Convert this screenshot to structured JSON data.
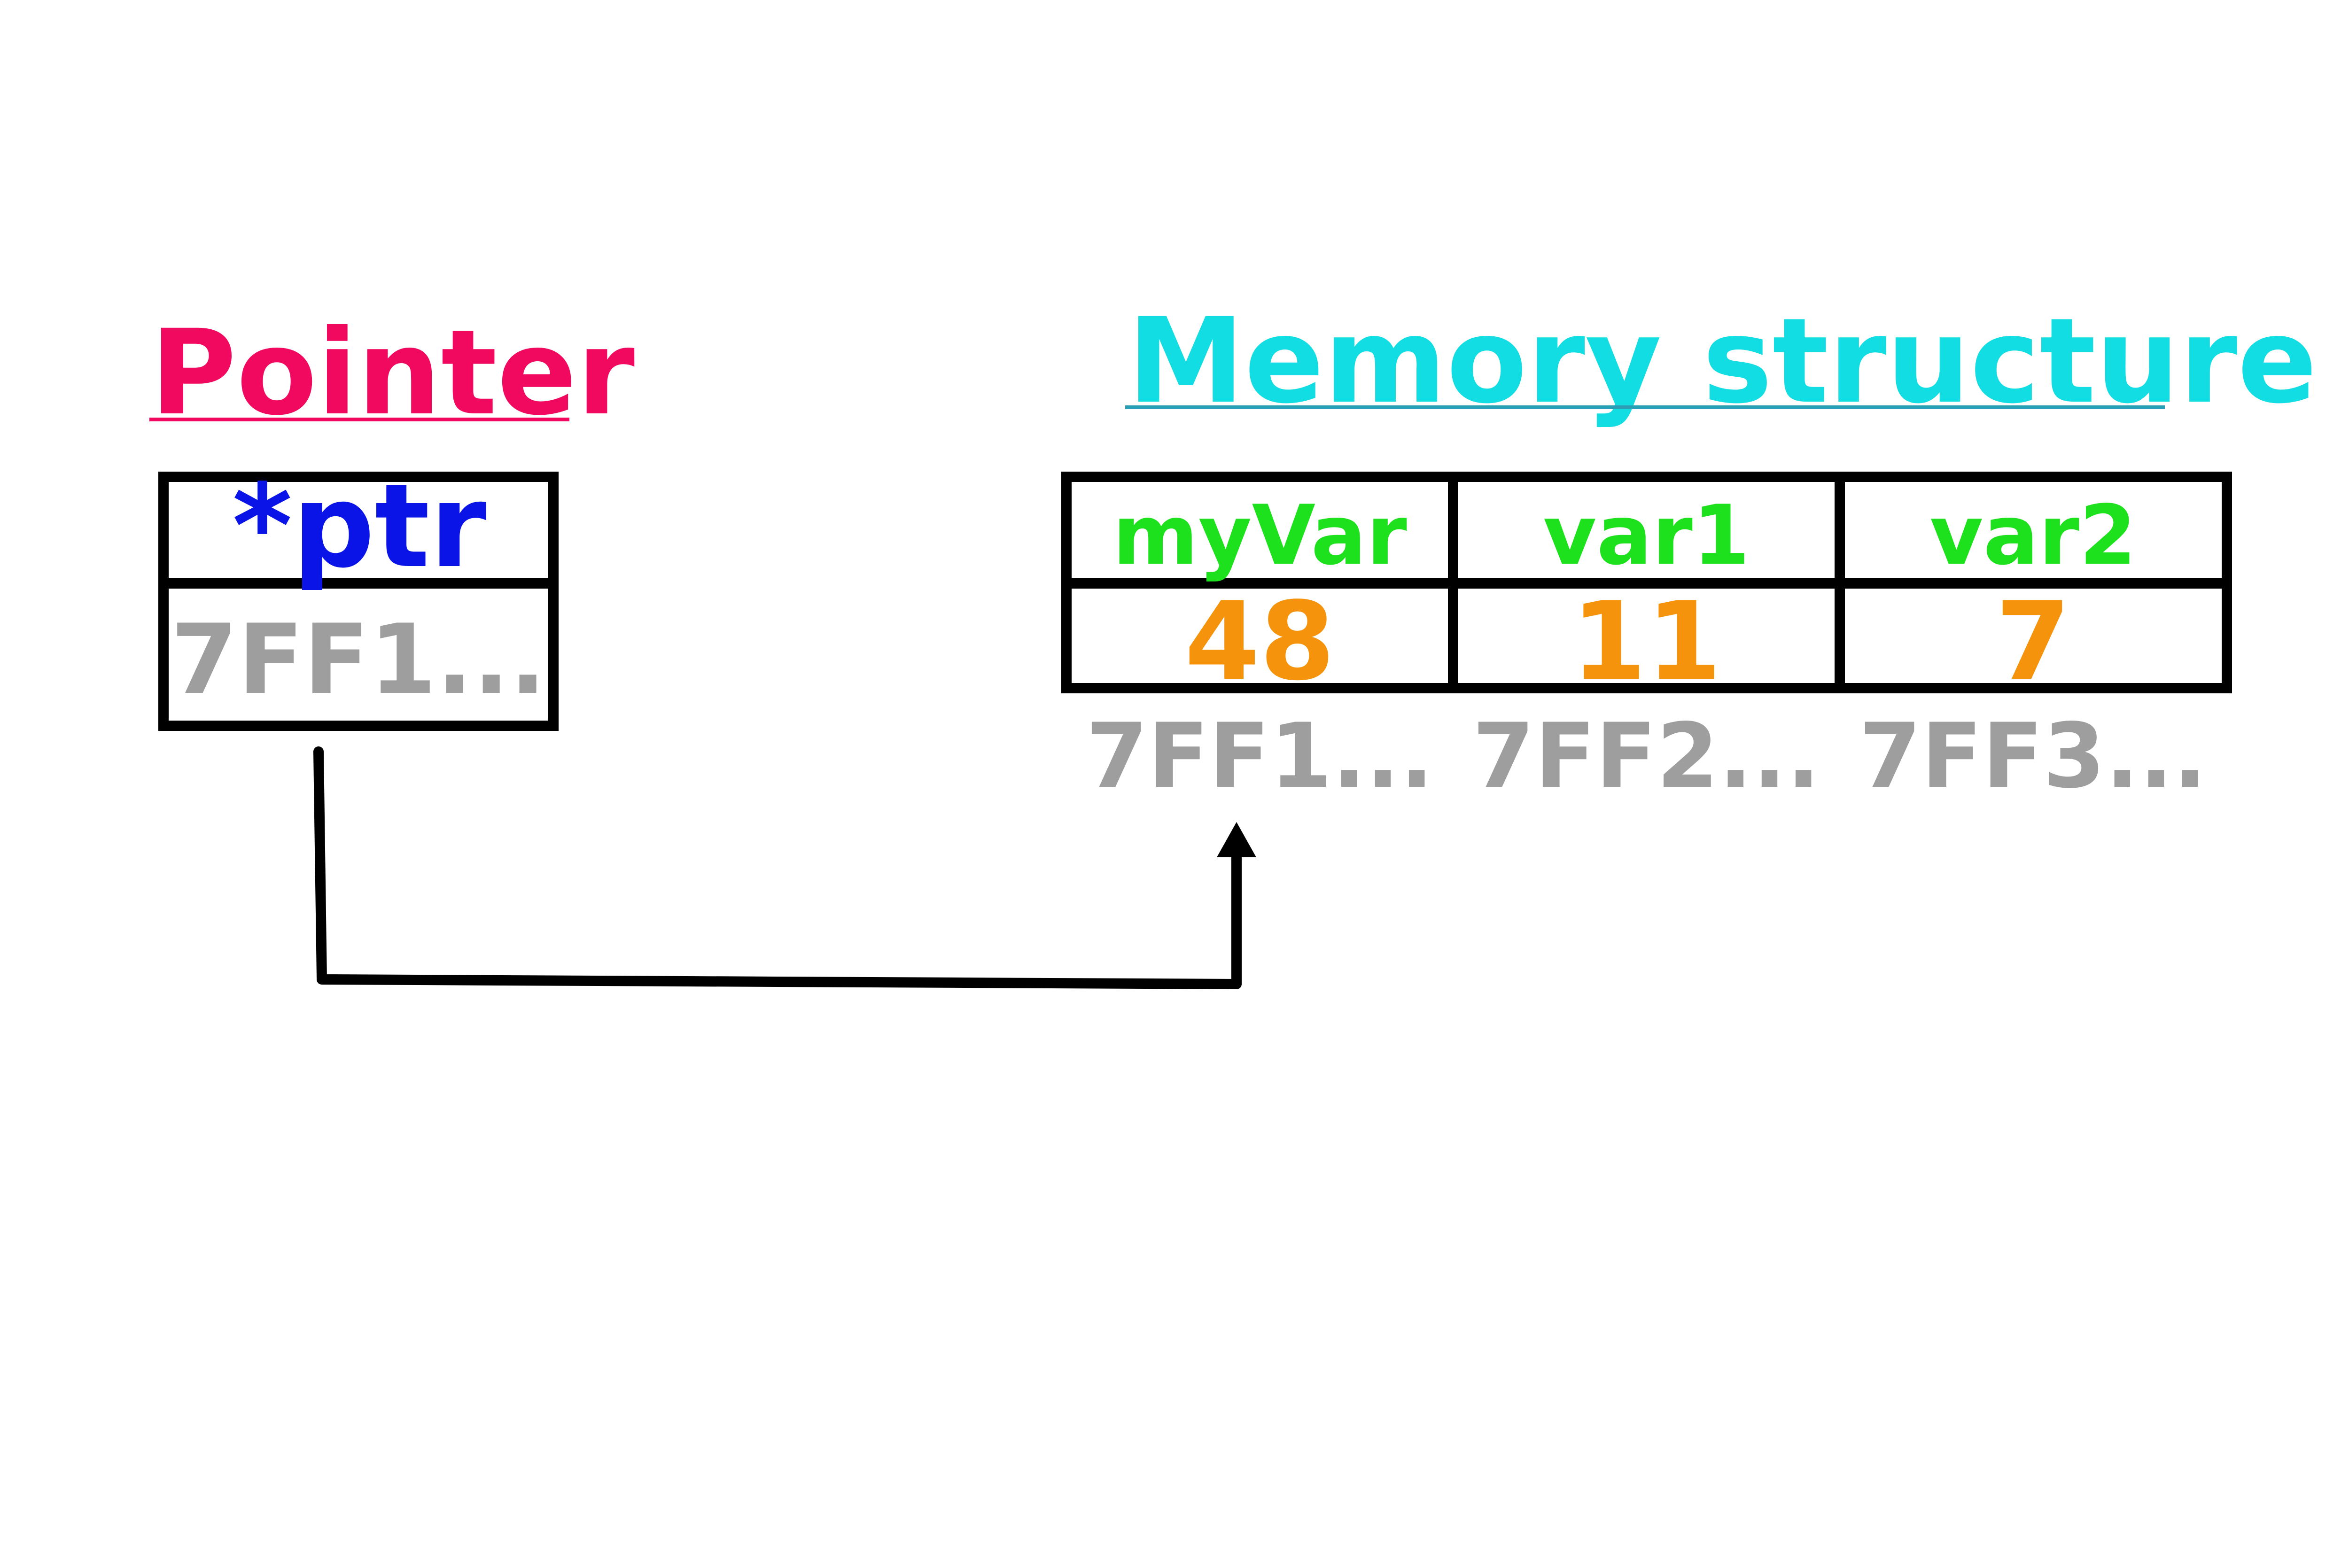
{
  "pointer": {
    "title": "Pointer",
    "name": "*ptr",
    "value": "7FF1..."
  },
  "memory": {
    "title": "Memory structure",
    "cells": [
      {
        "name": "myVar",
        "value": "48",
        "address": "7FF1..."
      },
      {
        "name": "var1",
        "value": "11",
        "address": "7FF2..."
      },
      {
        "name": "var2",
        "value": "7",
        "address": "7FF3..."
      }
    ]
  },
  "colors": {
    "pointer_title": "#f0095e",
    "memory_title": "#12dde2",
    "memory_underline": "#2a9fb5",
    "pointer_name": "#0a14e6",
    "var_name": "#1de11d",
    "var_value": "#f5940c",
    "address": "#9e9e9e",
    "stroke": "#000000"
  }
}
